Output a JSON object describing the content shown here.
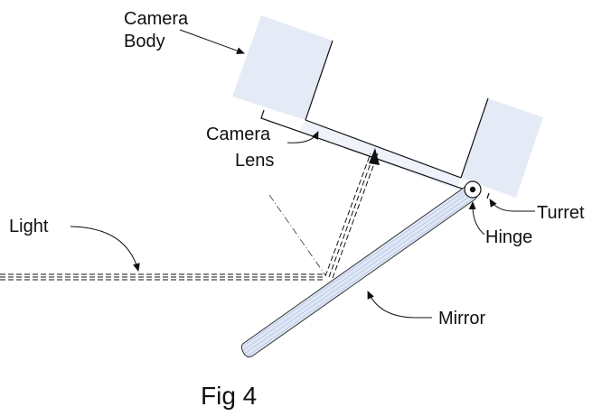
{
  "labels": {
    "camera_body": [
      "Camera",
      "Body"
    ],
    "camera_lens": [
      "Camera",
      "Lens"
    ],
    "light": "Light",
    "turret": "Turret",
    "hinge": "Hinge",
    "mirror": "Mirror"
  },
  "caption": "Fig 4",
  "colors": {
    "body_fill": "#e4eaf6",
    "mirror_fill": "#dfe7f6",
    "mirror_hatch": "#9fb2d6",
    "stroke": "#111111"
  }
}
